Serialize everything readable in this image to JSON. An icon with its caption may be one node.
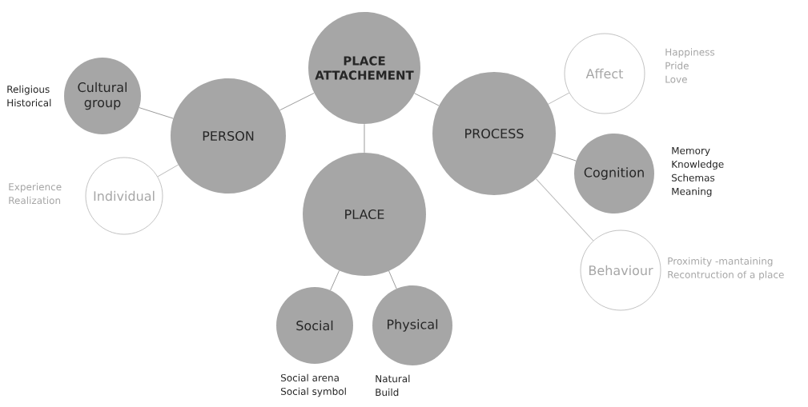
{
  "diagram": {
    "nodes": [
      {
        "text": [
          "PLACE ATTACHEMENT"
        ]
      },
      {
        "text": [
          "Cultural group"
        ],
        "beside": [
          "Religious",
          "Historical"
        ]
      },
      {
        "text": [
          "PERSON"
        ]
      },
      {
        "text": [
          "Individual"
        ],
        "beside": [
          "Experience",
          "Realization"
        ]
      },
      {
        "text": [
          "Affect"
        ],
        "beside": [
          "Happiness",
          "Pride",
          "Love"
        ]
      },
      {
        "text": [
          "PROCESS"
        ]
      },
      {
        "text": [
          "Cognition"
        ],
        "beside": [
          "Memory",
          "Knowledge",
          "Schemas",
          "Meaning"
        ]
      },
      {
        "text": [
          "PLACE"
        ]
      },
      {
        "text": [
          "Behaviour"
        ],
        "beside": [
          "Proximity -mantaining",
          "Recontruction of a place"
        ]
      },
      {
        "text": [
          "Social"
        ],
        "beside": [
          "Social arena",
          "Social symbol"
        ]
      },
      {
        "text": [
          "Physical"
        ],
        "beside": [
          "Natural",
          "Build"
        ]
      }
    ],
    "edges": [
      {
        "from": 0,
        "to": 2,
        "arrow": "none"
      },
      {
        "from": 0,
        "to": 5,
        "arrow": "none"
      },
      {
        "from": 0,
        "to": 7,
        "arrow": "none"
      },
      {
        "from": 2,
        "to": 1,
        "arrow": "none"
      },
      {
        "from": 2,
        "to": 3,
        "arrow": "none",
        "color": "#bbbbbb"
      },
      {
        "from": 5,
        "to": 4,
        "arrow": "none",
        "color": "#bbbbbb"
      },
      {
        "from": 5,
        "to": 6,
        "arrow": "none"
      },
      {
        "from": 5,
        "to": 8,
        "arrow": "none",
        "color": "#bbbbbb"
      },
      {
        "from": 7,
        "to": 9,
        "arrow": "none"
      },
      {
        "from": 7,
        "to": 10,
        "arrow": "none"
      }
    ]
  }
}
